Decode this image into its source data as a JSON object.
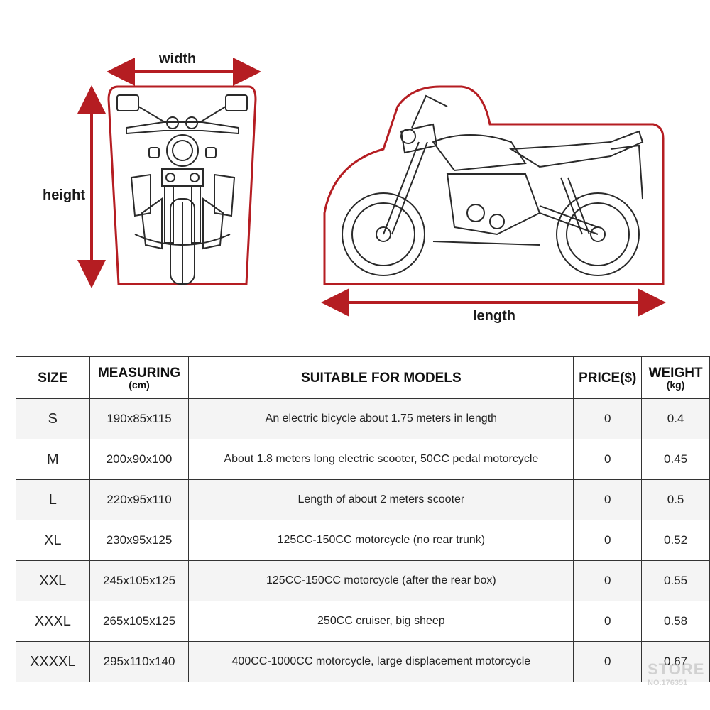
{
  "diagram": {
    "labels": {
      "width": "width",
      "height": "height",
      "length": "length"
    },
    "accent_color": "#b51d22",
    "line_color": "#2a2a2a"
  },
  "table": {
    "headers": {
      "size": "SIZE",
      "measuring": "MEASURING",
      "measuring_unit": "(cm)",
      "models": "SUITABLE FOR MODELS",
      "price": "PRICE($)",
      "weight": "WEIGHT",
      "weight_unit": "(kg)"
    },
    "rows": [
      {
        "size": "S",
        "measuring": "190x85x115",
        "models": "An electric bicycle about 1.75 meters in length",
        "price": "0",
        "weight": "0.4"
      },
      {
        "size": "M",
        "measuring": "200x90x100",
        "models": "About 1.8 meters long electric scooter, 50CC pedal motorcycle",
        "price": "0",
        "weight": "0.45"
      },
      {
        "size": "L",
        "measuring": "220x95x110",
        "models": "Length of about 2 meters scooter",
        "price": "0",
        "weight": "0.5"
      },
      {
        "size": "XL",
        "measuring": "230x95x125",
        "models": "125CC-150CC motorcycle (no rear trunk)",
        "price": "0",
        "weight": "0.52"
      },
      {
        "size": "XXL",
        "measuring": "245x105x125",
        "models": "125CC-150CC motorcycle (after the rear box)",
        "price": "0",
        "weight": "0.55"
      },
      {
        "size": "XXXL",
        "measuring": "265x105x125",
        "models": "250CC cruiser, big sheep",
        "price": "0",
        "weight": "0.58"
      },
      {
        "size": "XXXXL",
        "measuring": "295x110x140",
        "models": "400CC-1000CC motorcycle, large displacement motorcycle",
        "price": "0",
        "weight": "0.67"
      }
    ]
  },
  "watermark": {
    "line1": "STORE",
    "line2": "NO.176351"
  }
}
